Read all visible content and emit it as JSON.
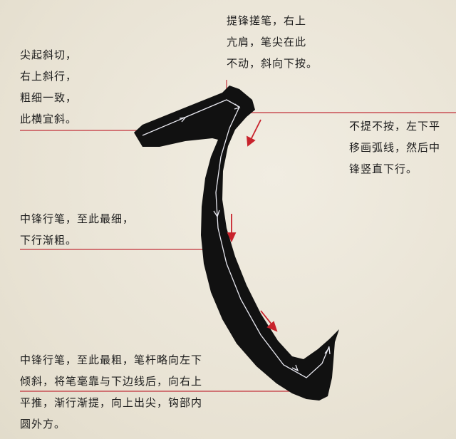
{
  "annotations": {
    "top_right": {
      "lines": [
        "提锋搓笔，右上",
        "亢肩，笔尖在此",
        "不动，斜向下按。"
      ]
    },
    "left_upper": {
      "lines": [
        "尖起斜切，",
        "右上斜行，",
        "粗细一致，",
        "此横宜斜。"
      ]
    },
    "right_middle": {
      "lines": [
        "不提不按，左下平",
        "移画弧线，然后中",
        "锋竖直下行。"
      ]
    },
    "left_middle": {
      "lines": [
        "中锋行笔，至此最细，",
        "下行渐粗。"
      ]
    },
    "bottom": {
      "lines": [
        "中锋行笔，至此最粗，笔杆略向左下",
        "倾斜，将笔毫靠与下边线后，向右上",
        "平推，渐行渐提，向上出尖，钩部内",
        "圆外方。"
      ]
    }
  },
  "colors": {
    "ink": "#111111",
    "guide_line": "#c2303a",
    "stroke_path": "#e8e8f0",
    "arrow": "#c8232c"
  }
}
